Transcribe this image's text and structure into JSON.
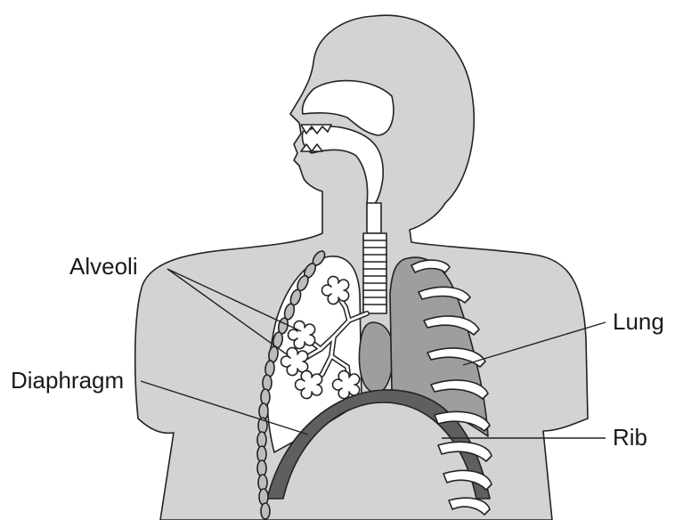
{
  "diagram": {
    "labels": {
      "alveoli": "Alveoli",
      "diaphragm": "Diaphragm",
      "lung": "Lung",
      "rib": "Rib"
    },
    "colors": {
      "body": "#d3d3d3",
      "lung_dark": "#9e9e9e",
      "diaphragm": "#5f5f5f",
      "outline": "#222222",
      "airway_light": "#ffffff"
    }
  }
}
